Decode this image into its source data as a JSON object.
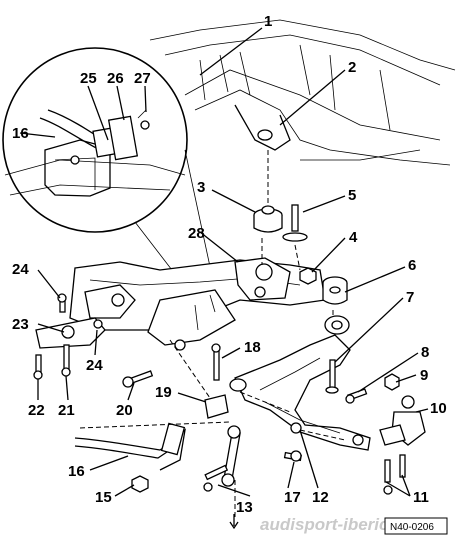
{
  "labels": [
    {
      "id": "p1",
      "text": "1"
    },
    {
      "id": "p2",
      "text": "2"
    },
    {
      "id": "p3",
      "text": "3"
    },
    {
      "id": "p4",
      "text": "4"
    },
    {
      "id": "p5",
      "text": "5"
    },
    {
      "id": "p6",
      "text": "6"
    },
    {
      "id": "p7",
      "text": "7"
    },
    {
      "id": "p8",
      "text": "8"
    },
    {
      "id": "p9",
      "text": "9"
    },
    {
      "id": "p10",
      "text": "10"
    },
    {
      "id": "p11",
      "text": "11"
    },
    {
      "id": "p12",
      "text": "12"
    },
    {
      "id": "p13",
      "text": "13"
    },
    {
      "id": "p15",
      "text": "15"
    },
    {
      "id": "p16a",
      "text": "16"
    },
    {
      "id": "p16b",
      "text": "16"
    },
    {
      "id": "p17",
      "text": "17"
    },
    {
      "id": "p18",
      "text": "18"
    },
    {
      "id": "p19",
      "text": "19"
    },
    {
      "id": "p20",
      "text": "20"
    },
    {
      "id": "p21",
      "text": "21"
    },
    {
      "id": "p22",
      "text": "22"
    },
    {
      "id": "p23",
      "text": "23"
    },
    {
      "id": "p24a",
      "text": "24"
    },
    {
      "id": "p24b",
      "text": "24"
    },
    {
      "id": "p25",
      "text": "25"
    },
    {
      "id": "p26",
      "text": "26"
    },
    {
      "id": "p27",
      "text": "27"
    },
    {
      "id": "p28",
      "text": "28"
    }
  ],
  "figure_code": "N40-0206",
  "watermark": "audisport-iberica"
}
